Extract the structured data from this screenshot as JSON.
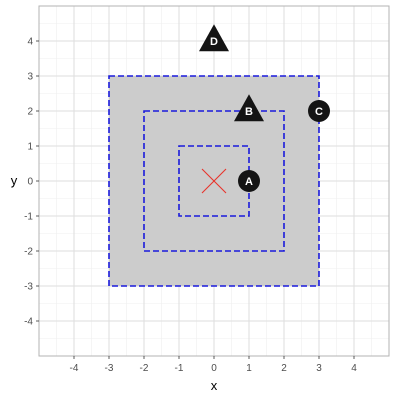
{
  "chart_data": {
    "type": "scatter",
    "title": "",
    "xlabel": "x",
    "ylabel": "y",
    "xlim": [
      -5,
      5
    ],
    "ylim": [
      -5,
      5
    ],
    "x_ticks": [
      -4,
      -3,
      -2,
      -1,
      0,
      1,
      2,
      3,
      4
    ],
    "y_ticks": [
      -4,
      -3,
      -2,
      -1,
      0,
      1,
      2,
      3,
      4
    ],
    "grid": true,
    "squares": [
      {
        "xmin": -3,
        "xmax": 3,
        "ymin": -3,
        "ymax": 3,
        "filled": true
      },
      {
        "xmin": -2,
        "xmax": 2,
        "ymin": -2,
        "ymax": 2,
        "filled": false
      },
      {
        "xmin": -1,
        "xmax": 1,
        "ymin": -1,
        "ymax": 1,
        "filled": false
      }
    ],
    "center_marker": {
      "x": 0,
      "y": 0,
      "shape": "x"
    },
    "points": [
      {
        "label": "A",
        "x": 1,
        "y": 0,
        "shape": "circle"
      },
      {
        "label": "B",
        "x": 1,
        "y": 2,
        "shape": "triangle"
      },
      {
        "label": "C",
        "x": 3,
        "y": 2,
        "shape": "circle"
      },
      {
        "label": "D",
        "x": 0,
        "y": 4,
        "shape": "triangle"
      }
    ],
    "colors": {
      "panel_background": "#ffffff",
      "panel_border": "#b3b3b3",
      "grid_major": "#dedede",
      "grid_minor": "#efefef",
      "square_fill": "#cccccc",
      "square_stroke": "#1a1adb",
      "center_marker": "#e8322a",
      "point_fill": "#141414",
      "point_label": "#ffffff"
    }
  }
}
